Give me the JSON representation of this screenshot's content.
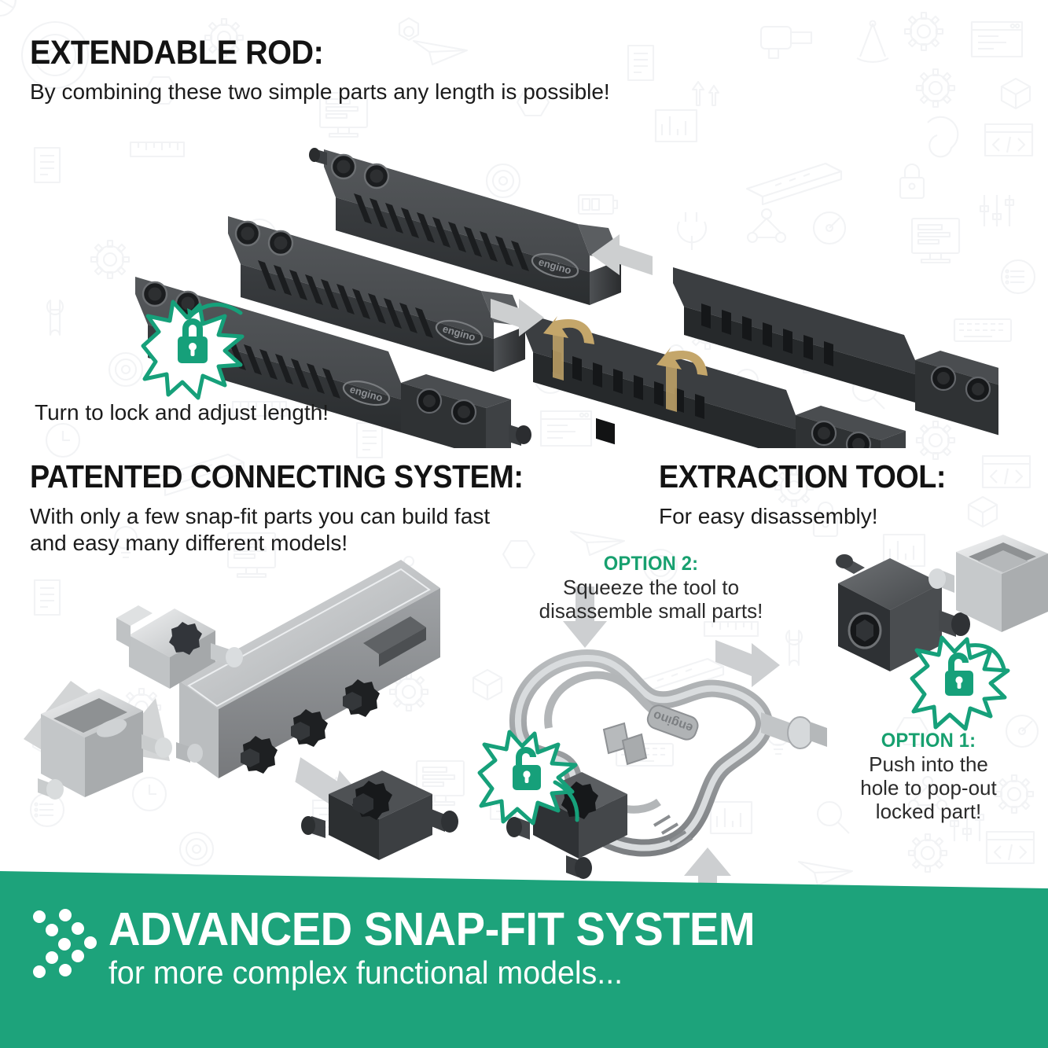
{
  "theme": {
    "green": "#1da37b",
    "green_text": "#17a06f",
    "black_text": "#131313",
    "body_text": "#1b1b1b",
    "tan_arrow": "#c4a66a",
    "part_dark": "#3a3c3e",
    "part_light": "#c9cbcc",
    "arrow_gray": "#c8cacb",
    "watermark": "#eceef0",
    "white": "#ffffff"
  },
  "sections": {
    "rod": {
      "title": "EXTENDABLE ROD:",
      "subtitle": "By combining these two simple parts any length is possible!",
      "caption": "Turn to lock and adjust length!"
    },
    "patented": {
      "title": "PATENTED CONNECTING SYSTEM:",
      "subtitle_line1": "With only a few snap-fit parts you can build fast",
      "subtitle_line2": "and easy many different models!"
    },
    "extraction": {
      "title": "EXTRACTION TOOL:",
      "subtitle": "For easy disassembly!",
      "option2": {
        "label": "OPTION 2:",
        "line1": "Squeeze the tool to",
        "line2": "disassemble small parts!"
      },
      "option1": {
        "label": "OPTION 1:",
        "line1": "Push into the",
        "line2": "hole to pop-out",
        "line3": "locked part!"
      }
    }
  },
  "footer": {
    "title": "ADVANCED SNAP-FIT SYSTEM",
    "subtitle": "for more complex functional models...",
    "logo_icon": "engino-dots-logo"
  },
  "brand": {
    "part_logo_text": "engino"
  },
  "badges": [
    {
      "name": "lock-badge-rod",
      "icon": "padlock-closed-icon",
      "state": "locked"
    },
    {
      "name": "unlock-badge-tool",
      "icon": "padlock-open-icon",
      "state": "unlocked"
    },
    {
      "name": "unlock-badge-option1",
      "icon": "padlock-open-icon",
      "state": "unlocked"
    }
  ]
}
